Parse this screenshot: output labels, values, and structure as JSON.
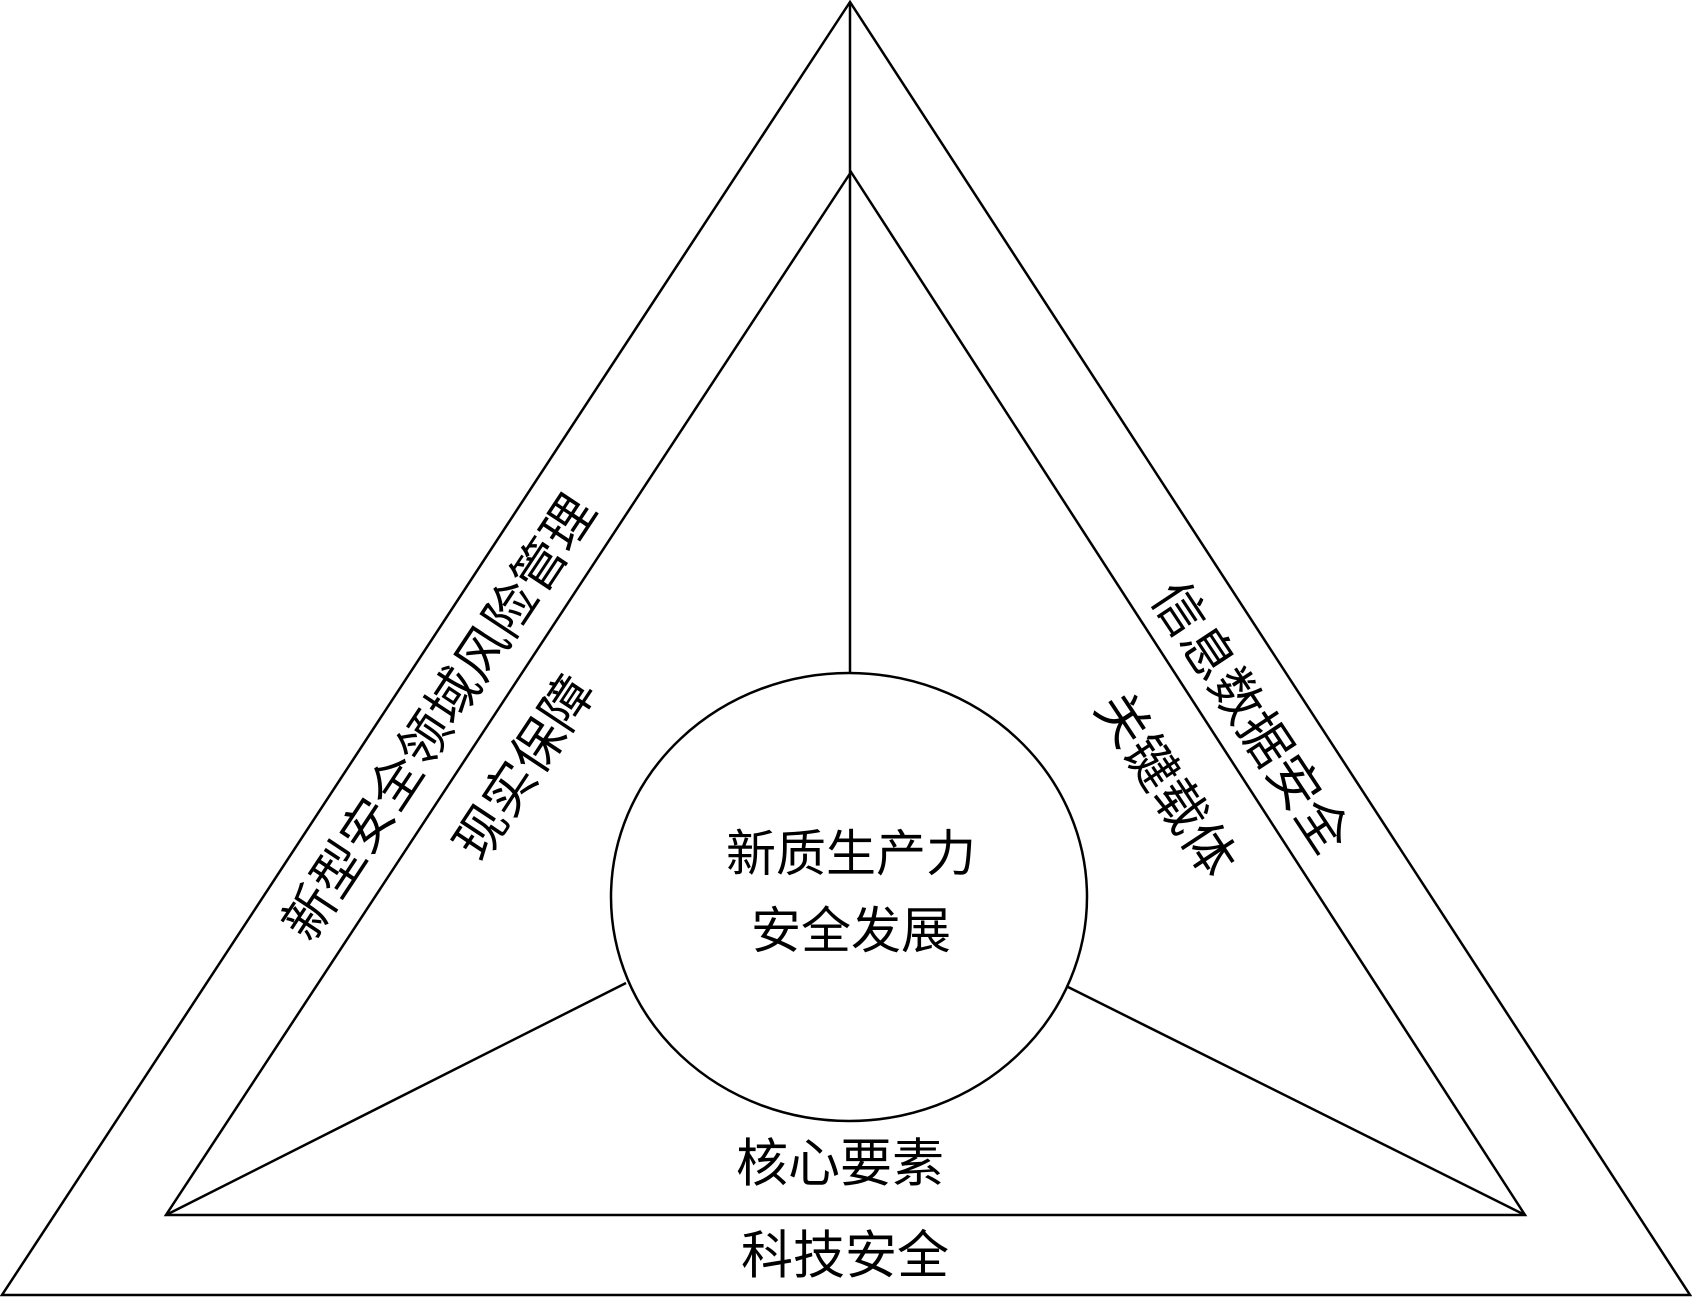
{
  "center": {
    "line1": "新质生产力",
    "line2": "安全发展"
  },
  "left_outer": "新型安全领域风险管理",
  "left_inner": "现实保障",
  "right_outer": "信息数据安全",
  "right_inner": "关键载体",
  "bottom_outer": "科技安全",
  "bottom_inner": "核心要素"
}
